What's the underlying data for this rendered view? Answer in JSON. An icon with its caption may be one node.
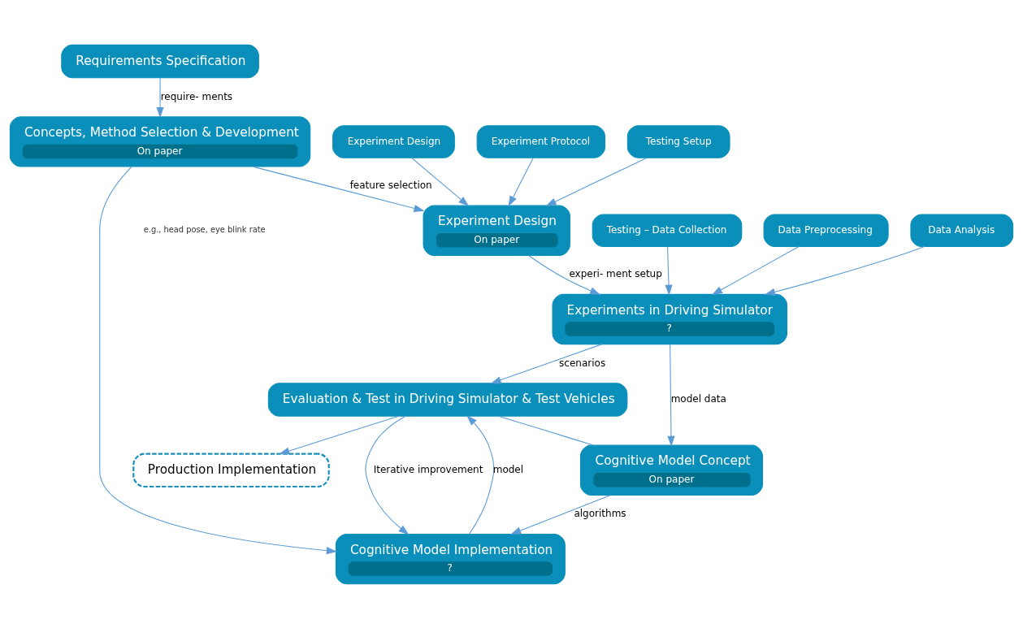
{
  "diagram": {
    "nodes": [
      {
        "text": [
          "Requirements Specification"
        ]
      },
      {
        "text": [
          "Concepts, Method Selection & Development",
          "On paper"
        ]
      },
      {
        "text": [
          "Experiment Design"
        ]
      },
      {
        "text": [
          "Experiment Protocol"
        ]
      },
      {
        "text": [
          "Testing Setup"
        ]
      },
      {
        "text": [
          "Experiment Design",
          "On paper"
        ]
      },
      {
        "text": [
          "Testing – Data Collection"
        ]
      },
      {
        "text": [
          "Data Preprocessing"
        ]
      },
      {
        "text": [
          "Data Analysis"
        ]
      },
      {
        "text": [
          "Experiments in Driving Simulator",
          "?"
        ]
      },
      {
        "text": [
          "Cognitive Model Concept",
          "On paper"
        ]
      },
      {
        "text": [
          "Production Implementation"
        ]
      },
      {
        "text": [
          "Evaluation & Test in Driving Simulator & Test Vehicles"
        ]
      },
      {
        "text": [
          "Cognitive Model Implementation",
          "?"
        ]
      }
    ],
    "edges": [
      {
        "from": 0,
        "to": 1,
        "arrow": "to",
        "label": "require- ments"
      },
      {
        "from": 1,
        "to": 5,
        "arrow": "to",
        "label": "feature selection"
      },
      {
        "from": 1,
        "to": 13,
        "arrow": "to"
      },
      {
        "from": 5,
        "to": 9,
        "arrow": "to",
        "label": "experi- ment setup"
      },
      {
        "from": 9,
        "to": 12,
        "arrow": "to",
        "label": "scenarios"
      },
      {
        "from": 9,
        "to": 10,
        "arrow": "to",
        "label": "model data"
      },
      {
        "from": 10,
        "to": 13,
        "arrow": "to",
        "label": "algorithms"
      },
      {
        "from": 13,
        "to": 12,
        "arrow": "to",
        "label": "model"
      },
      {
        "from": 12,
        "to": 11,
        "arrow": "to"
      },
      {
        "from": 12,
        "to": 13,
        "arrow": "to",
        "label": "Iterative improvement"
      },
      {
        "from": 12,
        "to": 10,
        "arrow": "none"
      },
      {
        "from": 2,
        "to": 5,
        "arrow": "to"
      },
      {
        "from": 3,
        "to": 5,
        "arrow": "to"
      },
      {
        "from": 4,
        "to": 5,
        "arrow": "to"
      },
      {
        "from": 6,
        "to": 9,
        "arrow": "to"
      },
      {
        "from": 7,
        "to": 9,
        "arrow": "to"
      },
      {
        "from": 8,
        "to": 9,
        "arrow": "to"
      }
    ],
    "labels": [
      "e.g., head pose, eye blink rate"
    ]
  }
}
